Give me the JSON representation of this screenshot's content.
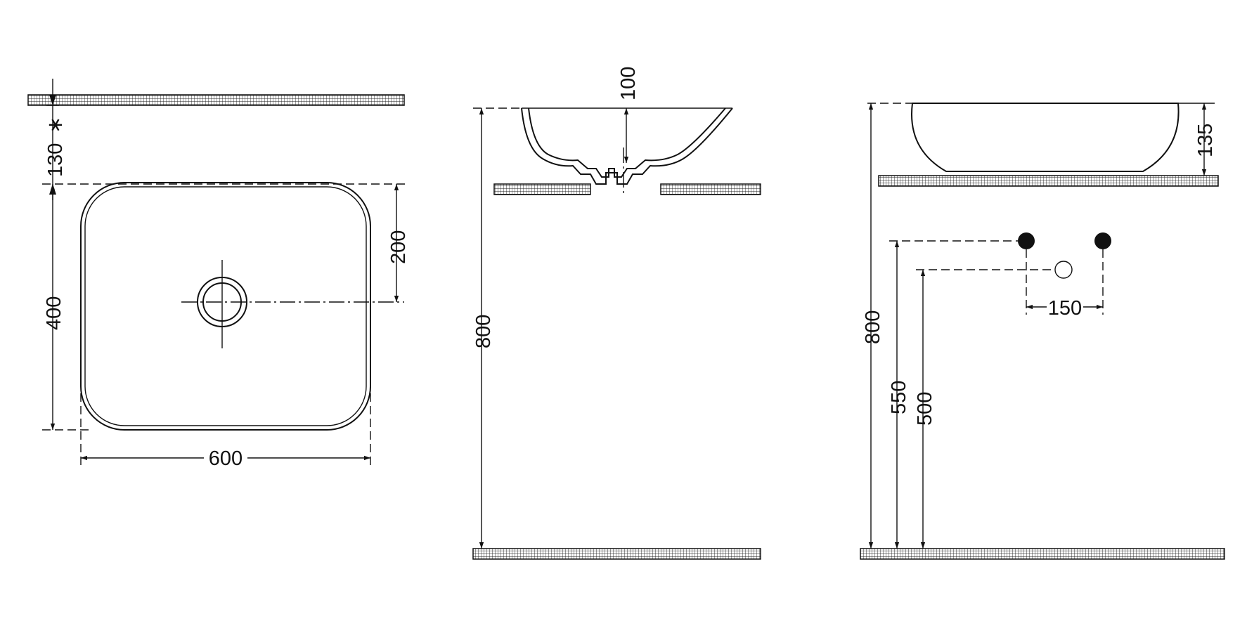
{
  "colors": {
    "ink": "#111111",
    "background": "#ffffff"
  },
  "top_view": {
    "label_130": "130",
    "label_asterisk": "∗",
    "label_400": "400",
    "label_200": "200",
    "label_600": "600"
  },
  "front_view": {
    "label_100": "100",
    "label_800": "800"
  },
  "side_view": {
    "label_135": "135",
    "label_800": "800",
    "label_550": "550",
    "label_500": "500",
    "label_150": "150"
  }
}
